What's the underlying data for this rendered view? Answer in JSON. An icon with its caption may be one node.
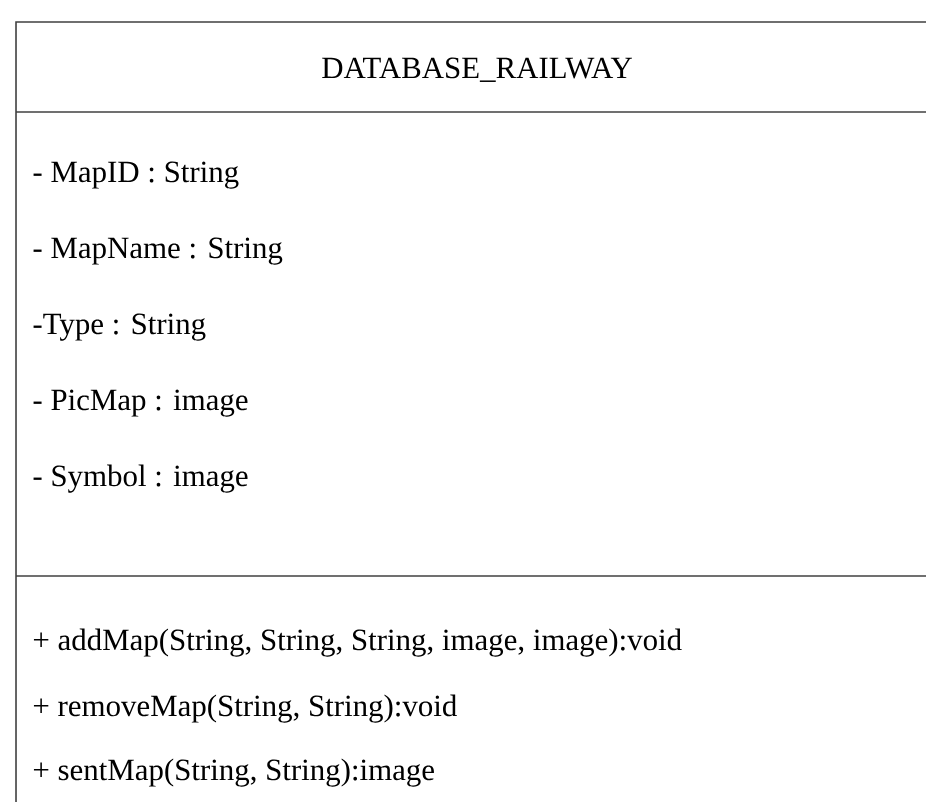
{
  "diagram": {
    "nodes": [
      {
        "text": [
          "DATABASE_RAILWAY",
          "- MapID : String",
          "- MapName : String",
          "-Type : String",
          "- PicMap : image",
          "- Symbol : image",
          "+ addMap(String, String, String, image, image):void",
          "+ removeMap(String, String):void",
          "+ sentMap(String, String):image"
        ]
      }
    ]
  }
}
